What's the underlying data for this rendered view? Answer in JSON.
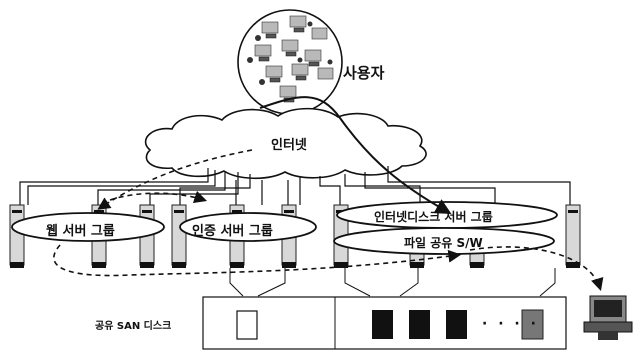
{
  "labels": {
    "users": "사용자",
    "internet": "인터넷",
    "web_group": "웹 서버 그룹",
    "auth_group": "인증 서버 그룹",
    "idisk_group": "인터넷디스크 서버 그룹",
    "file_share": "파일 공유 S/W",
    "san_disk": "공유 SAN 디스크",
    "ellipsis": "· · · ·"
  }
}
